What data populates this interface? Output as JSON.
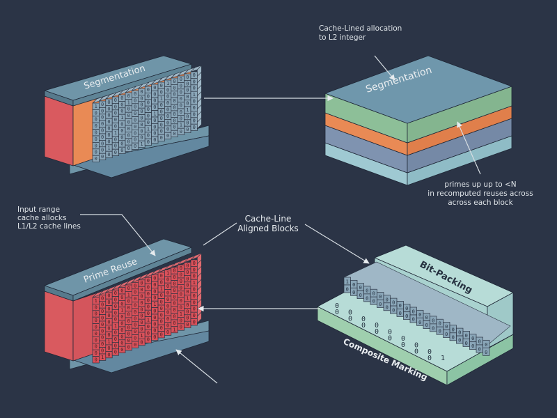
{
  "colors": {
    "background": "#2b3446",
    "slate_top": "#6f95a8",
    "slate_side": "#577a8c",
    "red": "#d95a5f",
    "orange": "#e98a55",
    "green": "#8dbf98",
    "blue_grey": "#7f93b0",
    "light_blue": "#9fc9d2",
    "mint": "#b7dcd7",
    "cube_grey": "#8aa6b8",
    "cube_red": "#d9515a"
  },
  "panels": {
    "top_left": {
      "title": "Segmentation"
    },
    "top_right": {
      "title": "Segmentation"
    },
    "bottom_left": {
      "title": "Prime Reuse"
    },
    "bottom_right": {
      "title": "Bit-Packing",
      "base_label": "Composite Marking"
    }
  },
  "annotations": {
    "top_note": [
      "Cache-Lined allocation",
      "to L2 integer"
    ],
    "right_note": [
      "primes up up to <N",
      "in recomputed reuses across",
      "across each block"
    ],
    "left_note": [
      "Input range",
      "cache allocks",
      "L1/L2 cache lines"
    ],
    "center_label": [
      "Cache-Line",
      "Aligned Blocks"
    ]
  },
  "cube_glyphs": [
    "0",
    "1"
  ],
  "marking_bits": [
    "0",
    "0",
    "0",
    "0",
    "0",
    "0",
    "0",
    "0",
    "0",
    "0",
    "0",
    "0",
    "0",
    "0",
    "0",
    "0",
    "1"
  ]
}
